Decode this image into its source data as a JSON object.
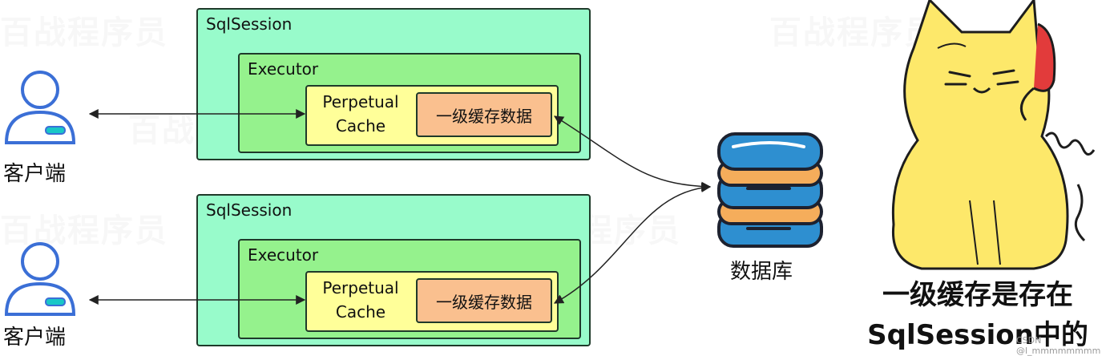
{
  "watermarks": [
    "百战程序员",
    "百战程序员",
    "百战程序员",
    "百战程序员",
    "百战程序员"
  ],
  "clients": [
    {
      "label": "客户端"
    },
    {
      "label": "客户端"
    }
  ],
  "sessions": [
    {
      "title": "SqlSession",
      "executor": "Executor",
      "perpetual": [
        "Perpetual",
        "Cache"
      ],
      "cache_data": "一级缓存数据"
    },
    {
      "title": "SqlSession",
      "executor": "Executor",
      "perpetual": [
        "Perpetual",
        "Cache"
      ],
      "cache_data": "一级缓存数据"
    }
  ],
  "database": {
    "label": "数据库"
  },
  "caption": {
    "line1": "一级缓存是存在",
    "line2": "SqlSession中的"
  },
  "credit": "CSDN @l_mmmmmmmm",
  "colors": {
    "session_bg": "#98fbcb",
    "executor_bg": "#95f28d",
    "perpetual_bg": "#ffff99",
    "cache_data_bg": "#fac08f",
    "user_icon": "#3b6fd6",
    "user_badge": "#19c7c7",
    "db_blue": "#2e8fd0",
    "db_orange": "#f5ad5b",
    "cat_body": "#fde86a",
    "phone_red": "#e23b3b"
  },
  "icons": [
    "user-icon",
    "user-icon",
    "database-icon",
    "cat-phone-illustration"
  ]
}
